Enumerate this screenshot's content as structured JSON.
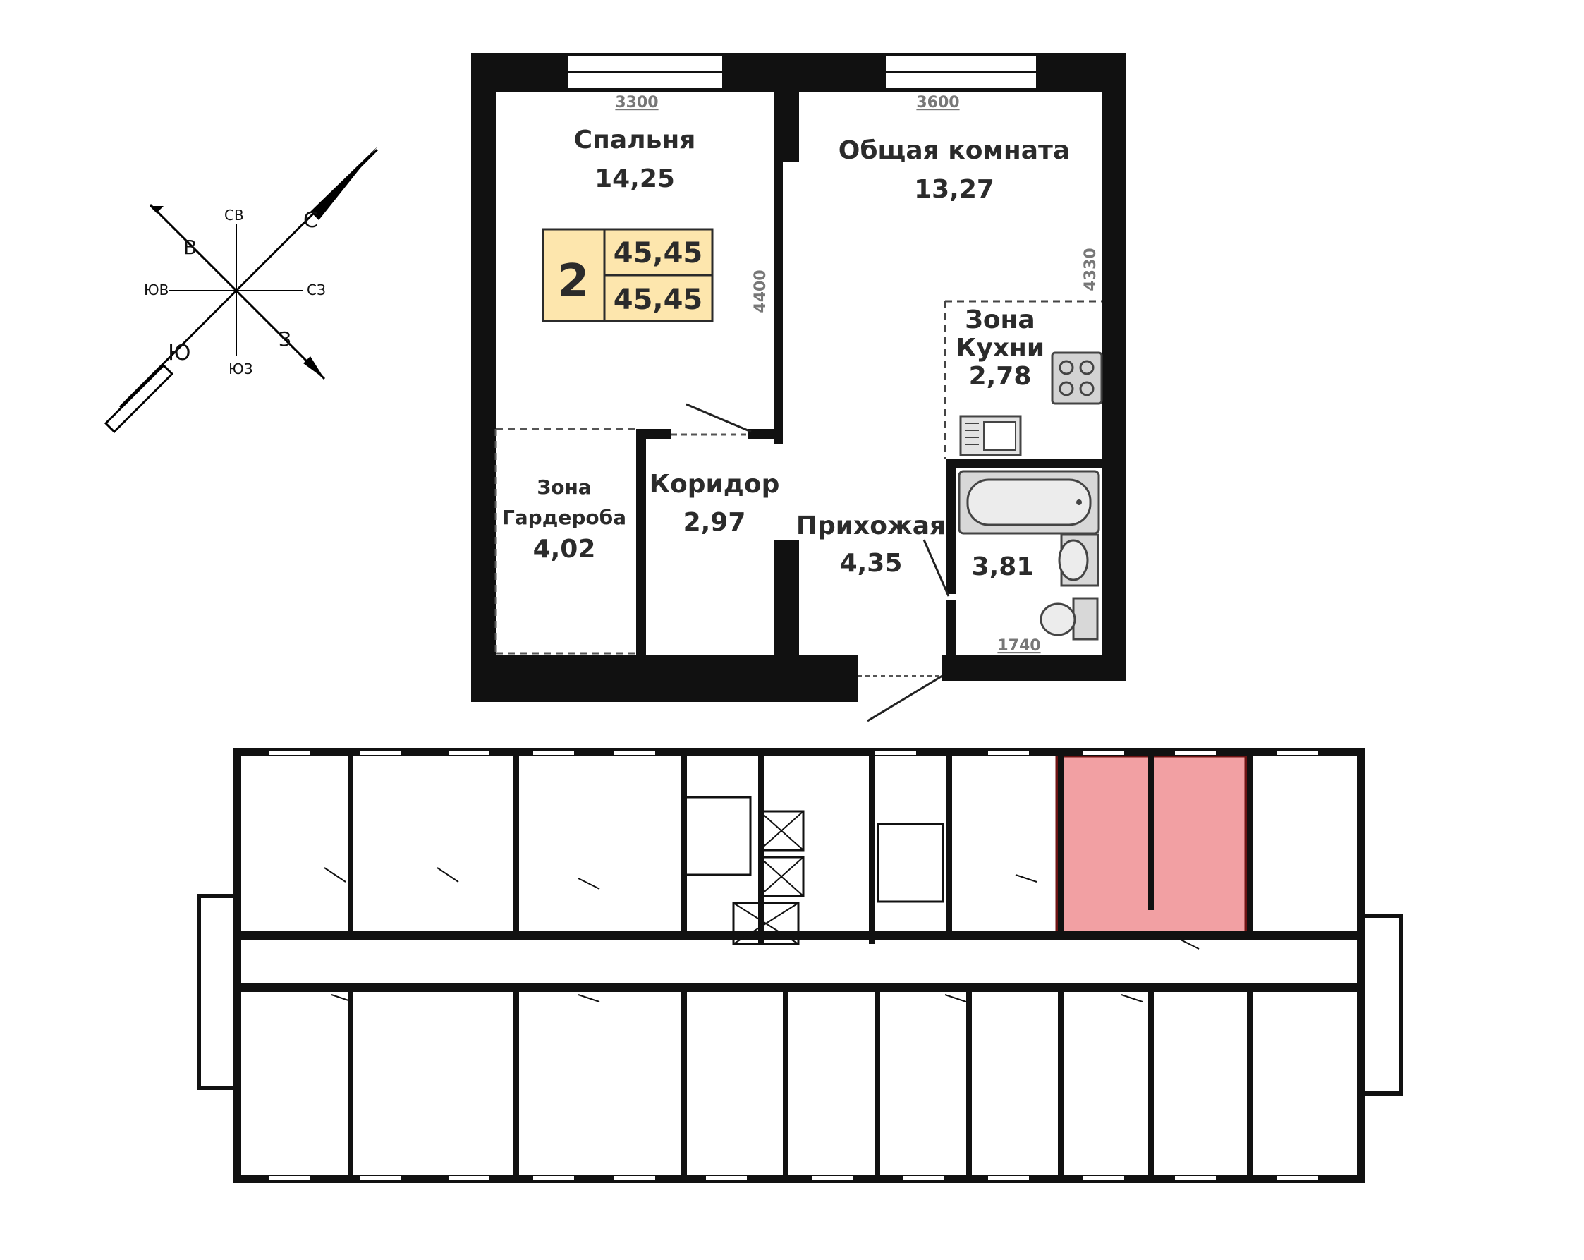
{
  "apartment": {
    "rooms_count": "2",
    "area_total": "45,45",
    "area_living": "45,45",
    "badge_color": "#fde6ad",
    "rooms": {
      "bedroom": {
        "name": "Спальня",
        "area": "14,25"
      },
      "living": {
        "name": "Общая комната",
        "area": "13,27"
      },
      "kitchen": {
        "name_line1": "Зона",
        "name_line2": "Кухни",
        "area": "2,78"
      },
      "wardrobe": {
        "name_line1": "Зона",
        "name_line2": "Гардероба",
        "area": "4,02"
      },
      "corridor": {
        "name": "Коридор",
        "area": "2,97"
      },
      "hall": {
        "name": "Прихожая",
        "area": "4,35"
      },
      "bathroom": {
        "area": "3,81"
      }
    },
    "dimensions": {
      "bedroom_width": "3300",
      "living_width": "3600",
      "bedroom_depth": "4400",
      "living_depth": "4330",
      "bathroom_width": "1740"
    }
  },
  "compass": {
    "north": "С",
    "south": "Ю",
    "east": "В",
    "west": "З",
    "northeast": "СВ",
    "northwest": "СЗ",
    "southeast": "ЮВ",
    "southwest": "ЮЗ"
  },
  "floor_plan": {
    "highlight_color": "#f2a0a3",
    "highlight_border": "#6e1313"
  }
}
